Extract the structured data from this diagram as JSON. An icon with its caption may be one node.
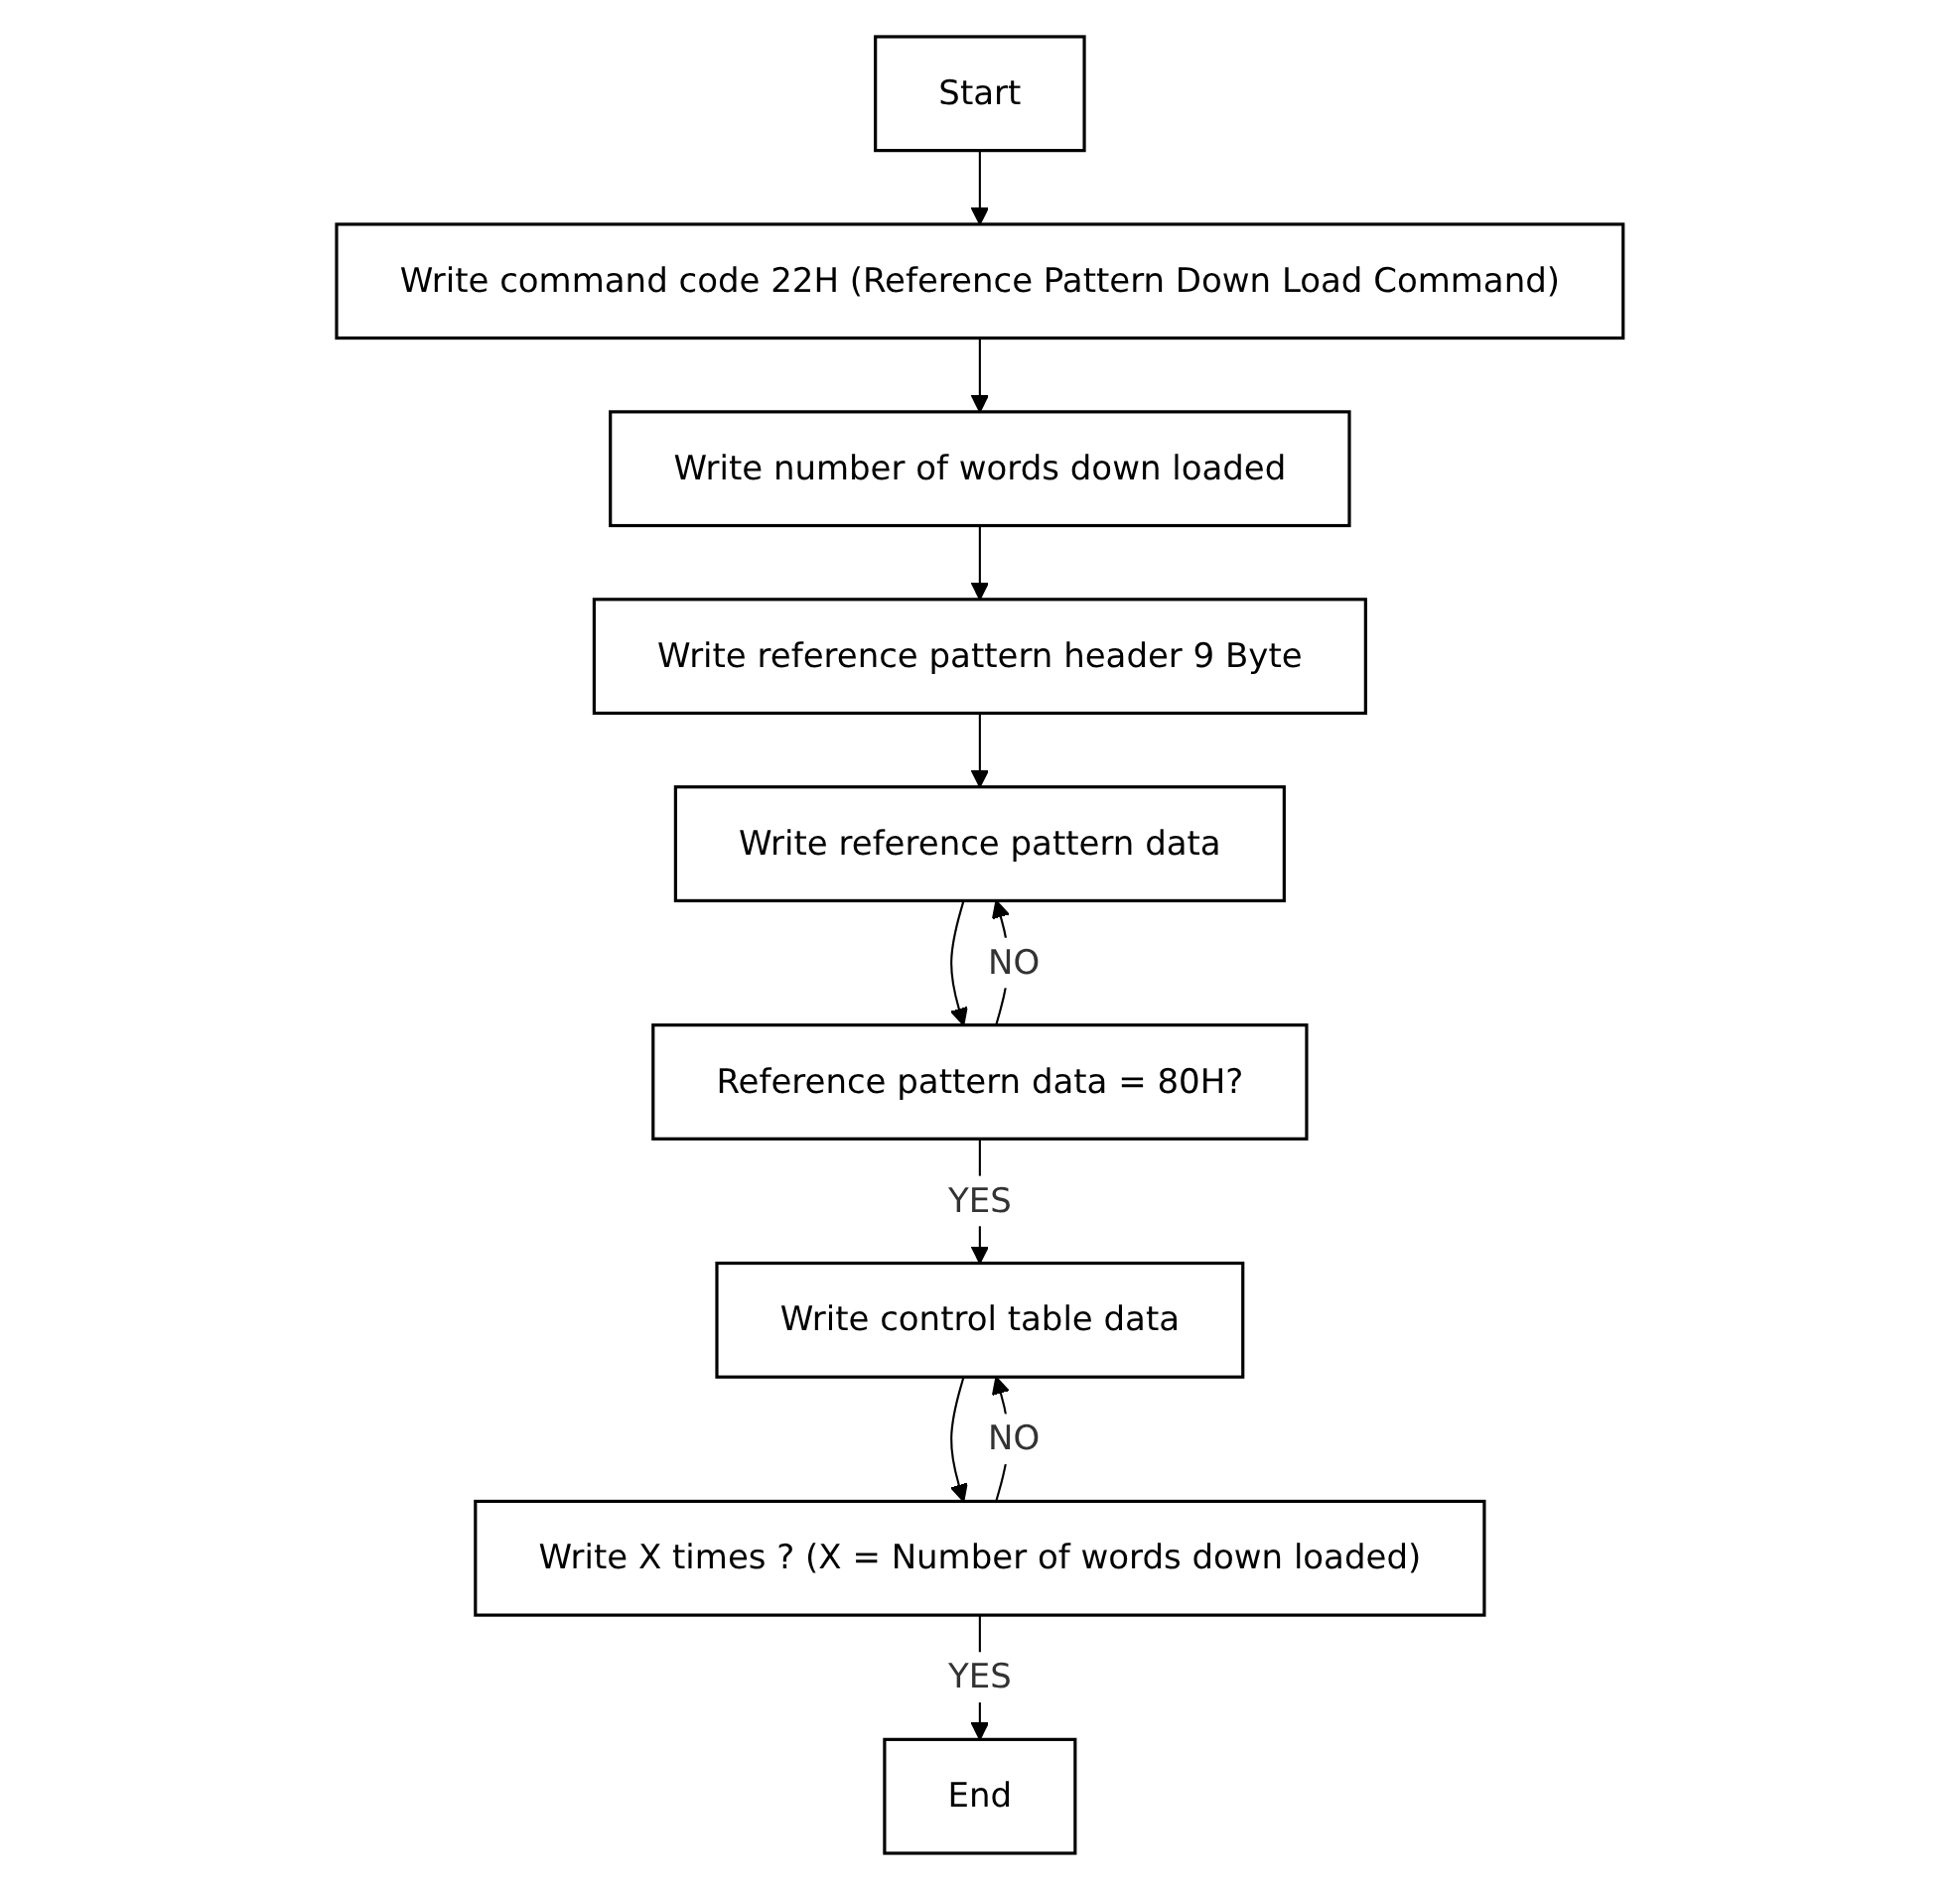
{
  "diagram": {
    "nodes": [
      {
        "text": [
          "Start"
        ]
      },
      {
        "text": [
          "Write command code 22H (Reference Pattern Down Load Command)"
        ]
      },
      {
        "text": [
          "Write number of words down loaded"
        ]
      },
      {
        "text": [
          "Write reference pattern header 9 Byte"
        ]
      },
      {
        "text": [
          "Write reference pattern data"
        ]
      },
      {
        "text": [
          "Reference pattern data = 80H?"
        ]
      },
      {
        "text": [
          "Write control table data"
        ]
      },
      {
        "text": [
          "Write X times ? (X = Number of words down loaded)"
        ]
      },
      {
        "text": [
          "End"
        ]
      }
    ],
    "edges": [
      {
        "from": 0,
        "to": 1,
        "arrow": "to"
      },
      {
        "from": 1,
        "to": 2,
        "arrow": "to"
      },
      {
        "from": 2,
        "to": 3,
        "arrow": "to"
      },
      {
        "from": 3,
        "to": 4,
        "arrow": "to"
      },
      {
        "from": 4,
        "to": 5,
        "arrow": "to"
      },
      {
        "from": 5,
        "to": 4,
        "label": "NO",
        "arrow": "to"
      },
      {
        "from": 5,
        "to": 6,
        "label": "YES",
        "arrow": "to"
      },
      {
        "from": 6,
        "to": 7,
        "arrow": "to"
      },
      {
        "from": 7,
        "to": 6,
        "label": "NO",
        "arrow": "to"
      },
      {
        "from": 7,
        "to": 8,
        "label": "YES",
        "arrow": "to"
      }
    ]
  }
}
